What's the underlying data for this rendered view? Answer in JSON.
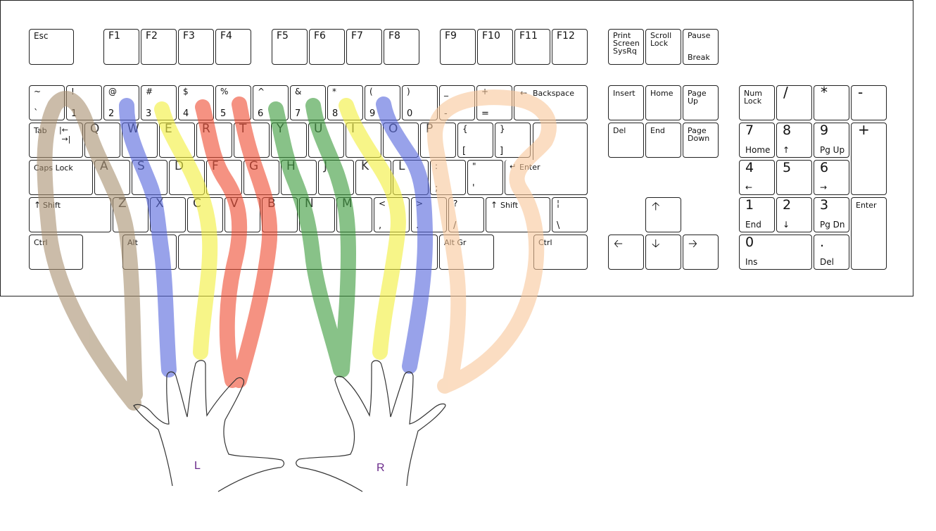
{
  "keyboard": {
    "function_row": {
      "esc": "Esc",
      "f": [
        "F1",
        "F2",
        "F3",
        "F4",
        "F5",
        "F6",
        "F7",
        "F8",
        "F9",
        "F10",
        "F11",
        "F12"
      ],
      "print": "Print\nScreen\nSysRq",
      "scroll": "Scroll\nLock",
      "pause": "Pause",
      "break": "Break"
    },
    "number_row": [
      {
        "top": "~",
        "bottom": "`"
      },
      {
        "top": "!",
        "bottom": "1"
      },
      {
        "top": "@",
        "bottom": "2"
      },
      {
        "top": "#",
        "bottom": "3"
      },
      {
        "top": "$",
        "bottom": "4"
      },
      {
        "top": "%",
        "bottom": "5"
      },
      {
        "top": "^",
        "bottom": "6"
      },
      {
        "top": "&",
        "bottom": "7"
      },
      {
        "top": "*",
        "bottom": "8"
      },
      {
        "top": "(",
        "bottom": "9"
      },
      {
        "top": ")",
        "bottom": "0"
      },
      {
        "top": "_",
        "bottom": "-"
      },
      {
        "top": "+",
        "bottom": "="
      }
    ],
    "backspace": "Backspace",
    "tab": "Tab",
    "qwerty_row": [
      "Q",
      "W",
      "E",
      "R",
      "T",
      "Y",
      "U",
      "I",
      "O",
      "P"
    ],
    "bracket_open": {
      "top": "{",
      "bottom": "["
    },
    "bracket_close": {
      "top": "}",
      "bottom": "]"
    },
    "caps_lock": "Caps Lock",
    "home_row": [
      "A",
      "S",
      "D",
      "F",
      "G",
      "H",
      "J",
      "K",
      "L"
    ],
    "semicolon": {
      "top": ":",
      "bottom": ";"
    },
    "quote": {
      "top": "\"",
      "bottom": "'"
    },
    "enter": "Enter",
    "shift_left": "Shift",
    "bottom_row": [
      "Z",
      "X",
      "C",
      "V",
      "B",
      "N",
      "M"
    ],
    "comma": {
      "top": "<",
      "bottom": ","
    },
    "period": {
      "top": ">",
      "bottom": "."
    },
    "slash": {
      "top": "?",
      "bottom": "/"
    },
    "shift_right": "Shift",
    "pipe": {
      "top": "¦",
      "bottom": "\\"
    },
    "ctrl_left": "Ctrl",
    "alt": "Alt",
    "alt_gr": "Alt Gr",
    "ctrl_right": "Ctrl",
    "nav": {
      "insert": "Insert",
      "home": "Home",
      "page_up": "Page\nUp",
      "del": "Del",
      "end": "End",
      "page_down": "Page\nDown"
    },
    "numpad": {
      "num_lock": "Num\nLock",
      "divide": "/",
      "multiply": "*",
      "minus": "-",
      "plus": "+",
      "enter": "Enter",
      "seven": {
        "top": "7",
        "bottom": "Home"
      },
      "eight": {
        "top": "8",
        "bottom": "↑"
      },
      "nine": {
        "top": "9",
        "bottom": "Pg Up"
      },
      "four": {
        "top": "4",
        "bottom": "←"
      },
      "five": {
        "top": "5",
        "bottom": ""
      },
      "six": {
        "top": "6",
        "bottom": "→"
      },
      "one": {
        "top": "1",
        "bottom": "End"
      },
      "two": {
        "top": "2",
        "bottom": "↓"
      },
      "three": {
        "top": "3",
        "bottom": "Pg Dn"
      },
      "zero": {
        "top": "0",
        "bottom": "Ins"
      },
      "dot": {
        "top": ".",
        "bottom": "Del"
      }
    }
  },
  "hands": {
    "left_label": "L",
    "right_label": "R"
  },
  "colors": {
    "pinky": "#a89070",
    "ring": "#5566dd",
    "middle": "#f2ef3a",
    "index_left": "#f04a30",
    "index_right": "#3a9a3a",
    "right_pinky": "#f8c79a",
    "hand_label": "#6a2a8a"
  }
}
